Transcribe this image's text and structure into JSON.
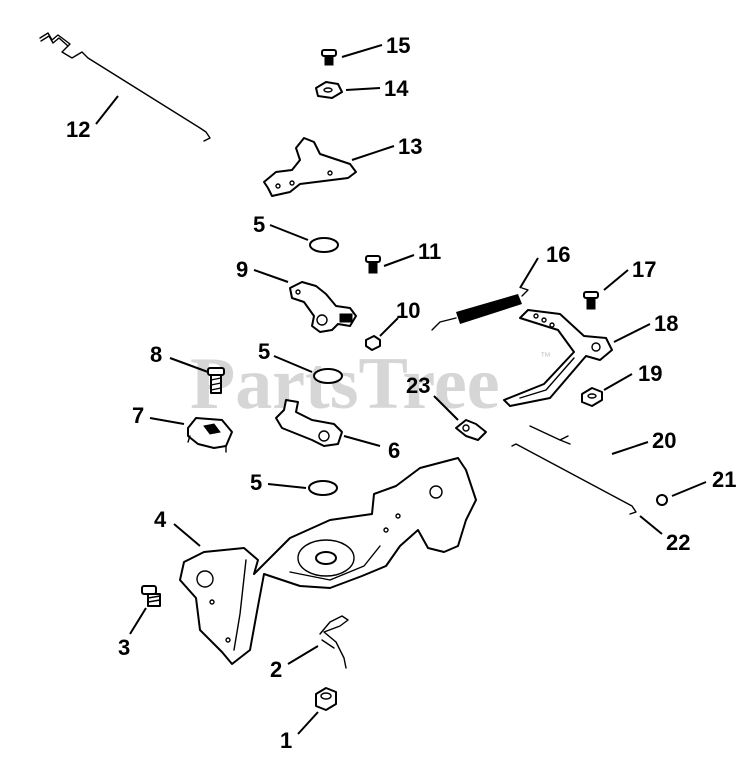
{
  "watermark": {
    "text": "PartsTree",
    "trademark": "™"
  },
  "callouts": {
    "c1": "1",
    "c2": "2",
    "c3": "3",
    "c4": "4",
    "c5a": "5",
    "c5b": "5",
    "c5c": "5",
    "c6": "6",
    "c7": "7",
    "c8": "8",
    "c9": "9",
    "c10": "10",
    "c11": "11",
    "c12": "12",
    "c13": "13",
    "c14": "14",
    "c15": "15",
    "c16": "16",
    "c17": "17",
    "c18": "18",
    "c19": "19",
    "c20": "20",
    "c21": "21",
    "c22": "22",
    "c23": "23"
  }
}
